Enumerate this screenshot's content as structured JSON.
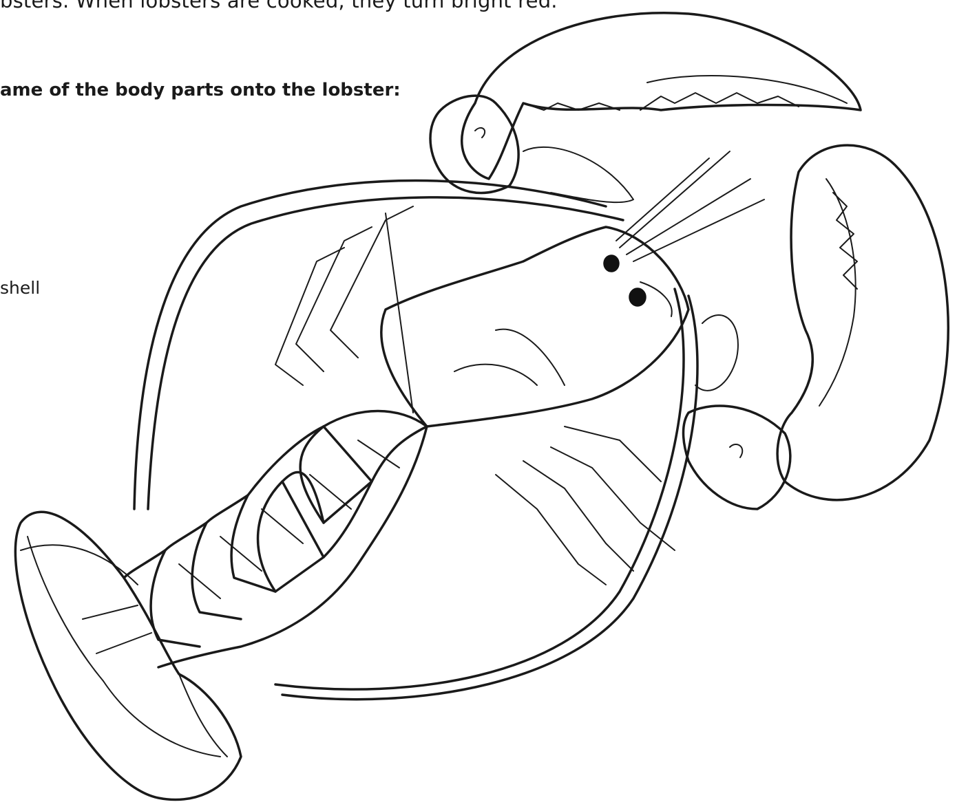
{
  "worksheet": {
    "intro_text": "bsters. When lobsters are cooked, they turn bright red.",
    "instruction": "ame of the body parts onto the lobster:",
    "word_bank": [
      "shell"
    ]
  },
  "illustration": {
    "subject": "lobster outline drawing"
  }
}
